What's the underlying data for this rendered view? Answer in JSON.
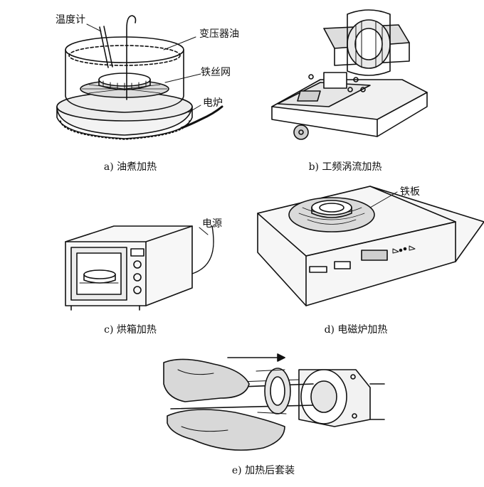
{
  "panels": {
    "a": {
      "caption": "a) 油煮加热",
      "callouts": {
        "thermometer": "温度计",
        "transformer_oil": "变压器油",
        "wire_mesh": "铁丝网",
        "electric_stove": "电炉"
      }
    },
    "b": {
      "caption": "b) 工频涡流加热"
    },
    "c": {
      "caption": "c) 烘箱加热",
      "callouts": {
        "power_source": "电源"
      }
    },
    "d": {
      "caption": "d) 电磁炉加热",
      "callouts": {
        "iron_plate": "铁板"
      }
    },
    "e": {
      "caption": "e) 加热后套装"
    }
  }
}
